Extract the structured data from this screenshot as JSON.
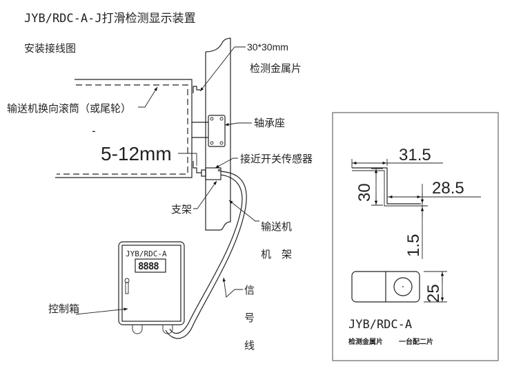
{
  "title": "JYB/RDC-A-J打滑检测显示装置",
  "subtitle": "安装接线图",
  "labels": {
    "metal_plate_size": "30*30mm",
    "metal_plate": "检测金属片",
    "pulley": "输送机换向滚筒（或尾轮）",
    "gap_dash": "-",
    "gap": "5-12mm",
    "bearing": "轴承座",
    "sensor": "接近开关传感器",
    "bracket": "支架",
    "frame_line1": "输送机",
    "frame_line2": "机　架",
    "control_box": "控制箱",
    "signal_1": "信",
    "signal_2": "号",
    "signal_3": "线"
  },
  "control_box": {
    "model": "JYB/RDC-A",
    "display": "8888"
  },
  "detail": {
    "dim_width": "31.5",
    "dim_height": "30",
    "dim_inner": "28.5",
    "dim_thickness": "1.5",
    "dim_plate": "25",
    "model": "JYB/RDC-A",
    "caption": "检测金属片",
    "quantity": "一台配二片"
  }
}
